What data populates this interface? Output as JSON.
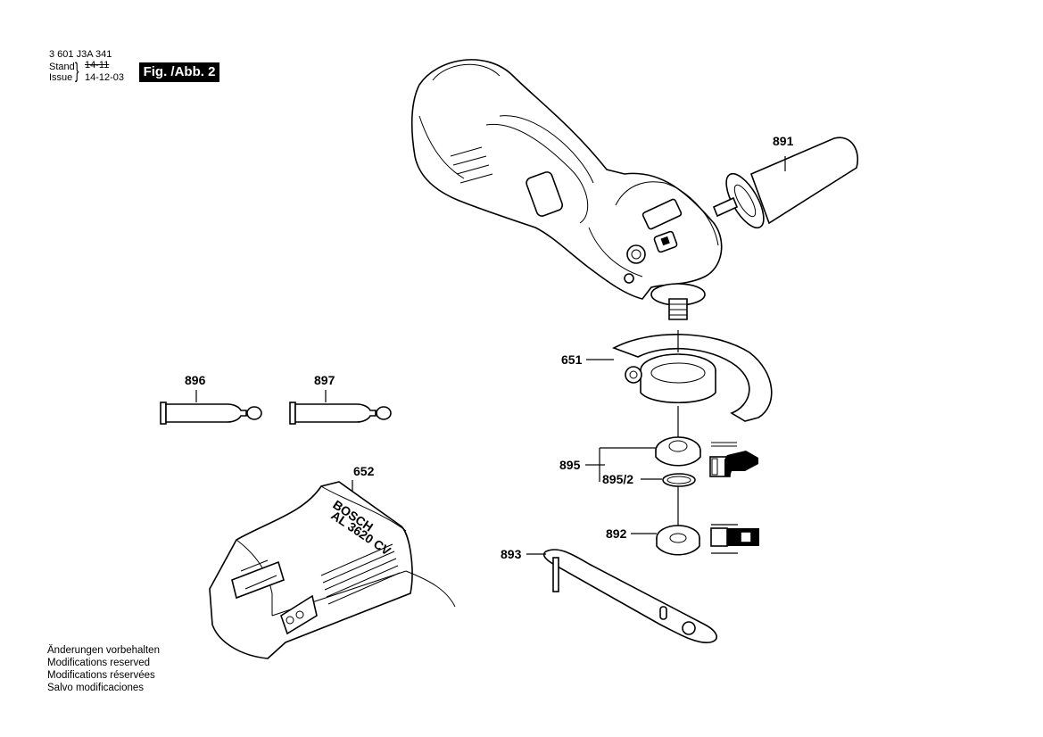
{
  "header": {
    "doc_number": "3 601 J3A 341",
    "stand_label": "Stand",
    "stand_value": "14-11",
    "issue_label": "Issue",
    "issue_value": "14-12-03",
    "figure_badge": "Fig. /Abb. 2"
  },
  "parts": {
    "p891": "891",
    "p651": "651",
    "p896": "896",
    "p897": "897",
    "p652": "652",
    "p895": "895",
    "p895_2": "895/2",
    "p892": "892",
    "p893": "893"
  },
  "charger_branding": {
    "brand": "BOSCH",
    "model": "AL 3620 CV"
  },
  "notes": {
    "de": "Änderungen vorbehalten",
    "en": "Modifications reserved",
    "fr": "Modifications réservées",
    "es": "Salvo modificaciones"
  }
}
